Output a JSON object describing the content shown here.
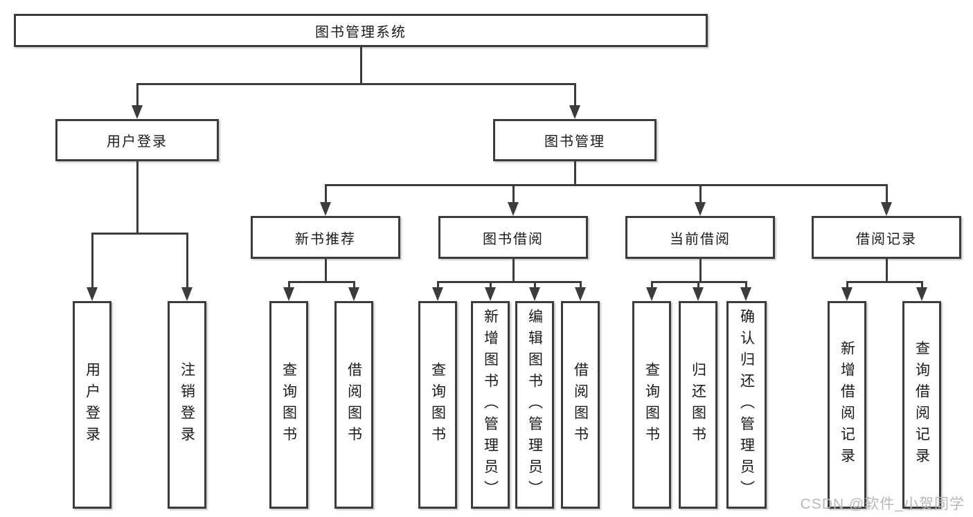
{
  "tree": {
    "root": {
      "label": "图书管理系统",
      "children": [
        {
          "label": "用户登录",
          "children": [
            {
              "label": "用户登录"
            },
            {
              "label": "注销登录"
            }
          ]
        },
        {
          "label": "图书管理",
          "children": [
            {
              "label": "新书推荐",
              "children": [
                {
                  "label": "查询图书"
                },
                {
                  "label": "借阅图书"
                }
              ]
            },
            {
              "label": "图书借阅",
              "children": [
                {
                  "label": "查询图书"
                },
                {
                  "label": "新增图书（管理员）"
                },
                {
                  "label": "编辑图书（管理员）"
                },
                {
                  "label": "借阅图书"
                }
              ]
            },
            {
              "label": "当前借阅",
              "children": [
                {
                  "label": "查询图书"
                },
                {
                  "label": "归还图书"
                },
                {
                  "label": "确认归还（管理员）"
                }
              ]
            },
            {
              "label": "借阅记录",
              "children": [
                {
                  "label": "新增借阅记录"
                },
                {
                  "label": "查询借阅记录"
                }
              ]
            }
          ]
        }
      ]
    }
  },
  "watermark": {
    "text": "CSDN @软件_小贺同学"
  },
  "colors": {
    "line": "#3c3c3c",
    "text": "#1a1a1a",
    "background": "#ffffff",
    "watermark": "#b8b8bc"
  }
}
